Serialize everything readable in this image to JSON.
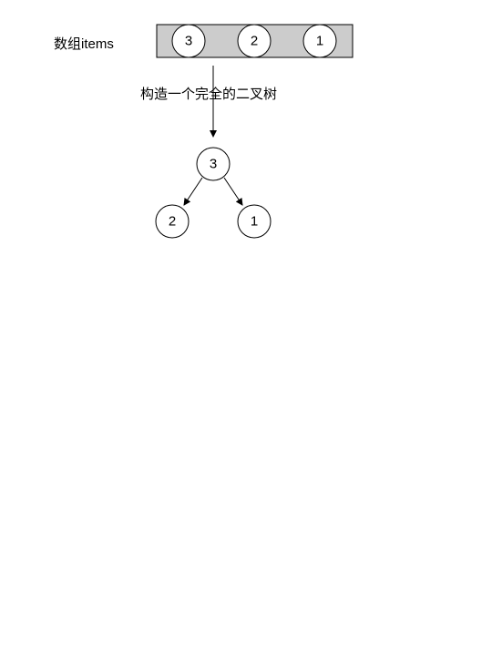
{
  "array": {
    "label": "数组items",
    "items": [
      "3",
      "2",
      "1"
    ]
  },
  "edge_caption": "构造一个完全的二叉树",
  "tree": {
    "root": "3",
    "left": "2",
    "right": "1"
  },
  "colors": {
    "array_fill": "#cccccc",
    "node_fill": "#ffffff",
    "stroke": "#000000"
  }
}
